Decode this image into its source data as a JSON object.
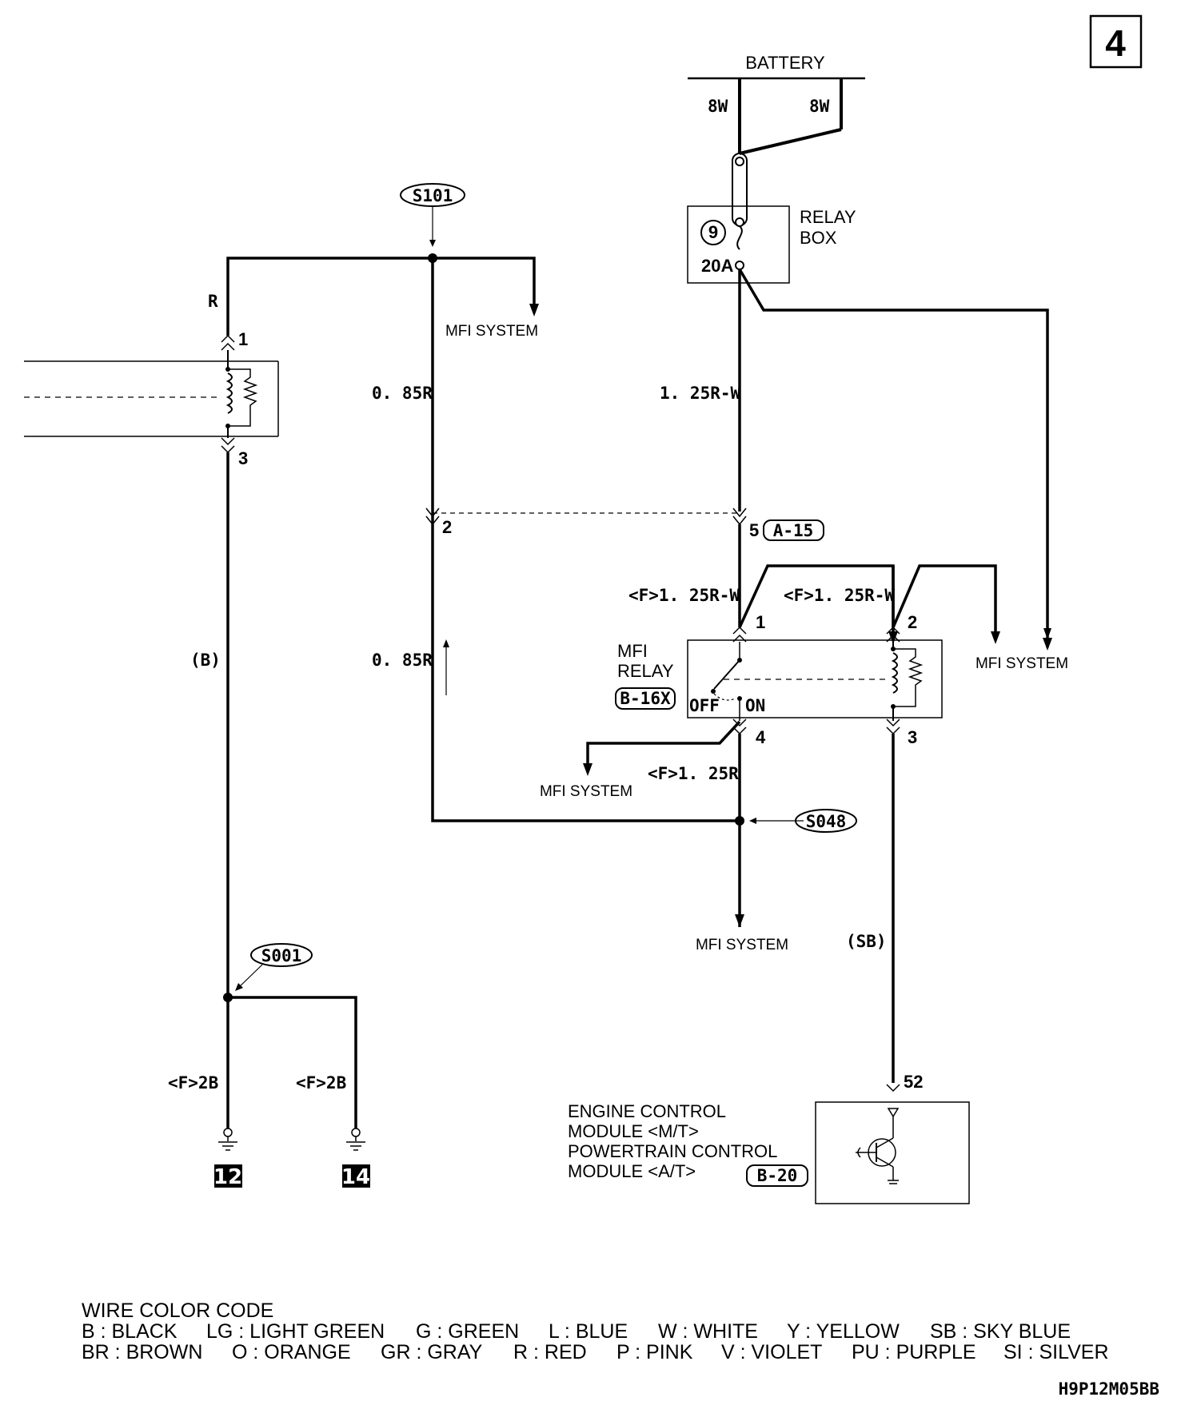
{
  "page_number": "4",
  "battery": {
    "label": "BATTERY",
    "wire_left": "8W",
    "wire_right": "8W"
  },
  "relay_box": {
    "label_line1": "RELAY",
    "label_line2": "BOX",
    "fuse_number": "9",
    "fuse_rating": "20A"
  },
  "splices": {
    "s101": "S101",
    "s048": "S048",
    "s001": "S001"
  },
  "wires": {
    "r": "R",
    "r085_upper": "0. 85R",
    "r085_lower": "0. 85R",
    "rw125": "1. 25R-W",
    "f_rw125_left": "<F>1. 25R-W",
    "f_rw125_right": "<F>1. 25R-W",
    "f_r125": "<F>1. 25R",
    "b": "(B)",
    "sb": "(SB)",
    "f_2b_left": "<F>2B",
    "f_2b_right": "<F>2B"
  },
  "mfi_system": "MFI SYSTEM",
  "connector_a15": {
    "label": "A-15",
    "pin2": "2",
    "pin5": "5"
  },
  "left_component": {
    "pin1": "1",
    "pin3": "3"
  },
  "mfi_relay": {
    "label_line1": "MFI",
    "label_line2": "RELAY",
    "connector": "B-16X",
    "off": "OFF",
    "on": "ON",
    "pin1": "1",
    "pin2": "2",
    "pin3": "3",
    "pin4": "4"
  },
  "ecm": {
    "line1": "ENGINE CONTROL",
    "line2": "MODULE <M/T>",
    "line3": "POWERTRAIN CONTROL",
    "line4": "MODULE <A/T>",
    "connector": "B-20",
    "pin": "52"
  },
  "grounds": [
    "12",
    "14"
  ],
  "wire_color_code": {
    "title": "WIRE COLOR CODE",
    "row1": [
      "B : BLACK",
      "LG : LIGHT GREEN",
      "G : GREEN",
      "L : BLUE",
      "W : WHITE",
      "Y : YELLOW",
      "SB : SKY BLUE"
    ],
    "row2": [
      "BR : BROWN",
      "O : ORANGE",
      "GR : GRAY",
      "R : RED",
      "P : PINK",
      "V : VIOLET",
      "PU : PURPLE",
      "SI : SILVER"
    ]
  },
  "diagram_code": "H9P12M05BB"
}
